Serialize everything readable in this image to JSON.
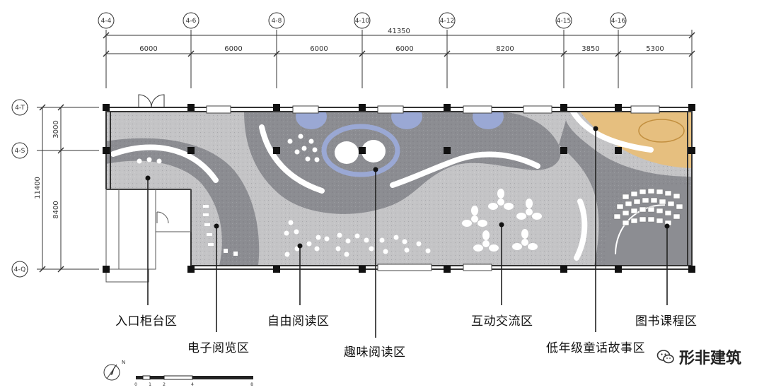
{
  "grid_axes_top": [
    "4-4",
    "4-6",
    "4-8",
    "4-10",
    "4-12",
    "4-15",
    "4-16"
  ],
  "grid_axes_left": [
    "4-T",
    "4-S",
    "4-Q"
  ],
  "dims_top_total": "41350",
  "dims_top": [
    "6000",
    "6000",
    "6000",
    "6000",
    "8200",
    "3850",
    "5300"
  ],
  "dims_left_total": "11400",
  "dims_left": [
    "3000",
    "8400"
  ],
  "zones": {
    "entrance": "入口柜台区",
    "e_reading": "电子阅览区",
    "free_reading": "自由阅读区",
    "fun_reading": "趣味阅读区",
    "interactive": "互动交流区",
    "storytelling": "低年级童话故事区",
    "book_course": "图书课程区"
  },
  "north_arrow": "N",
  "scale_ticks": [
    "0",
    "1",
    "2",
    "4",
    "8"
  ],
  "brand": "形非建筑",
  "colors": {
    "floor_light": "#c4c4c6",
    "floor_dark": "#8c8d92",
    "accent_blue": "#9aa8d4",
    "wood": "#e6bf7f",
    "column": "#111111"
  }
}
